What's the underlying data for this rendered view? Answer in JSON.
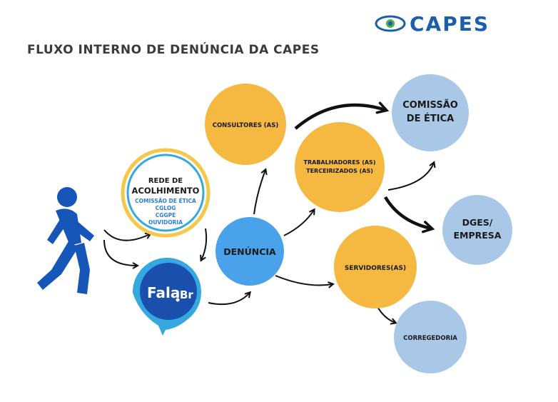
{
  "title": "FLUXO INTERNO DE DENÚNCIA DA CAPES",
  "logo": {
    "text": "CAPES",
    "icon": "capes-eye-icon"
  },
  "nodes": {
    "rede": {
      "title1": "REDE DE",
      "title2": "ACOLHIMENTO",
      "items": [
        "COMISSÃO DE ÉTICA",
        "CGLOG",
        "CGGPE",
        "OUVIDORIA"
      ]
    },
    "falabr": {
      "label1": "Fala",
      "label2": "Br"
    },
    "denuncia": "DENÚNCIA",
    "consultores": "CONSULTORES (AS)",
    "trabalhadores": [
      "TRABALHADORES (AS)",
      "TERCEIRIZADOS (AS)"
    ],
    "servidores": "SERVIDORES(AS)",
    "comissao": [
      "COMISSÃO",
      "DE ÉTICA"
    ],
    "dges": [
      "DGES/",
      "EMPRESA"
    ],
    "corregedoria": "CORREGEDORIA"
  },
  "colors": {
    "orange": "#f5b942",
    "light_blue": "#a9c8e8",
    "mid_blue": "#4aa3ea",
    "dark_blue": "#1b4fae",
    "ring_yellow": "#f5c84a",
    "ring_blue": "#35a8e0",
    "text_dark": "#1a1a1a",
    "person_blue": "#1656b8"
  }
}
